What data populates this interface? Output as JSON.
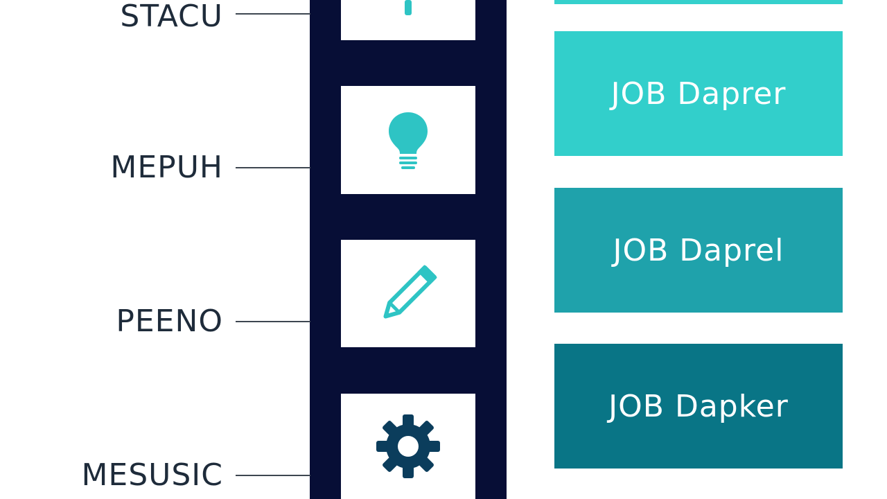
{
  "stages": [
    {
      "label": "STACU",
      "icon": "exclamation-icon"
    },
    {
      "label": "MEPUH",
      "icon": "lightbulb-icon"
    },
    {
      "label": "PEENO",
      "icon": "pencil-icon"
    },
    {
      "label": "MESUSIC",
      "icon": "gear-icon"
    }
  ],
  "jobs": [
    {
      "label": "",
      "color": "#35d0cc"
    },
    {
      "label": "JOB Daprer",
      "color": "#32cfcb"
    },
    {
      "label": "JOB Daprel",
      "color": "#1fa2ab"
    },
    {
      "label": "JOB Dapker",
      "color": "#097586"
    }
  ],
  "colors": {
    "spine": "#070e36",
    "accent": "#2ec4c4",
    "gear": "#0b3d5c",
    "text": "#1e2b3a"
  }
}
